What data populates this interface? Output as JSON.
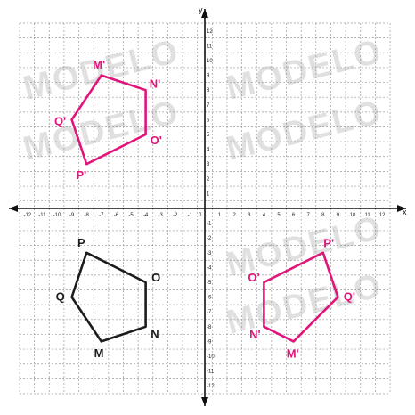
{
  "axes": {
    "x_name": "x",
    "y_name": "y",
    "range": [
      -12,
      12
    ],
    "ticks": [
      -12,
      -11,
      -10,
      -9,
      -8,
      -7,
      -6,
      -5,
      -4,
      -3,
      -2,
      -1,
      0,
      1,
      2,
      3,
      4,
      5,
      6,
      7,
      8,
      9,
      10,
      11,
      12
    ]
  },
  "watermark": "MODELO",
  "colors": {
    "original": "#1c1c1c",
    "image": "#e0157a",
    "axis": "#111111"
  },
  "polygons": [
    {
      "id": "original",
      "color_key": "original",
      "vertices": [
        {
          "label": "P",
          "x": -8,
          "y": -3
        },
        {
          "label": "O",
          "x": -4,
          "y": -5
        },
        {
          "label": "N",
          "x": -4,
          "y": -8
        },
        {
          "label": "M",
          "x": -7,
          "y": -9
        },
        {
          "label": "Q",
          "x": -9,
          "y": -6
        }
      ]
    },
    {
      "id": "image-q2",
      "color_key": "image",
      "vertices": [
        {
          "label": "M'",
          "x": -7,
          "y": 9
        },
        {
          "label": "N'",
          "x": -4,
          "y": 8
        },
        {
          "label": "O'",
          "x": -4,
          "y": 5
        },
        {
          "label": "P'",
          "x": -8,
          "y": 3
        },
        {
          "label": "Q'",
          "x": -9,
          "y": 6
        }
      ]
    },
    {
      "id": "image-q4",
      "color_key": "image",
      "vertices": [
        {
          "label": "P'",
          "x": 8,
          "y": -3
        },
        {
          "label": "Q'",
          "x": 9,
          "y": -6
        },
        {
          "label": "M'",
          "x": 6,
          "y": -9
        },
        {
          "label": "N'",
          "x": 4,
          "y": -8
        },
        {
          "label": "O'",
          "x": 4,
          "y": -5
        }
      ]
    }
  ]
}
